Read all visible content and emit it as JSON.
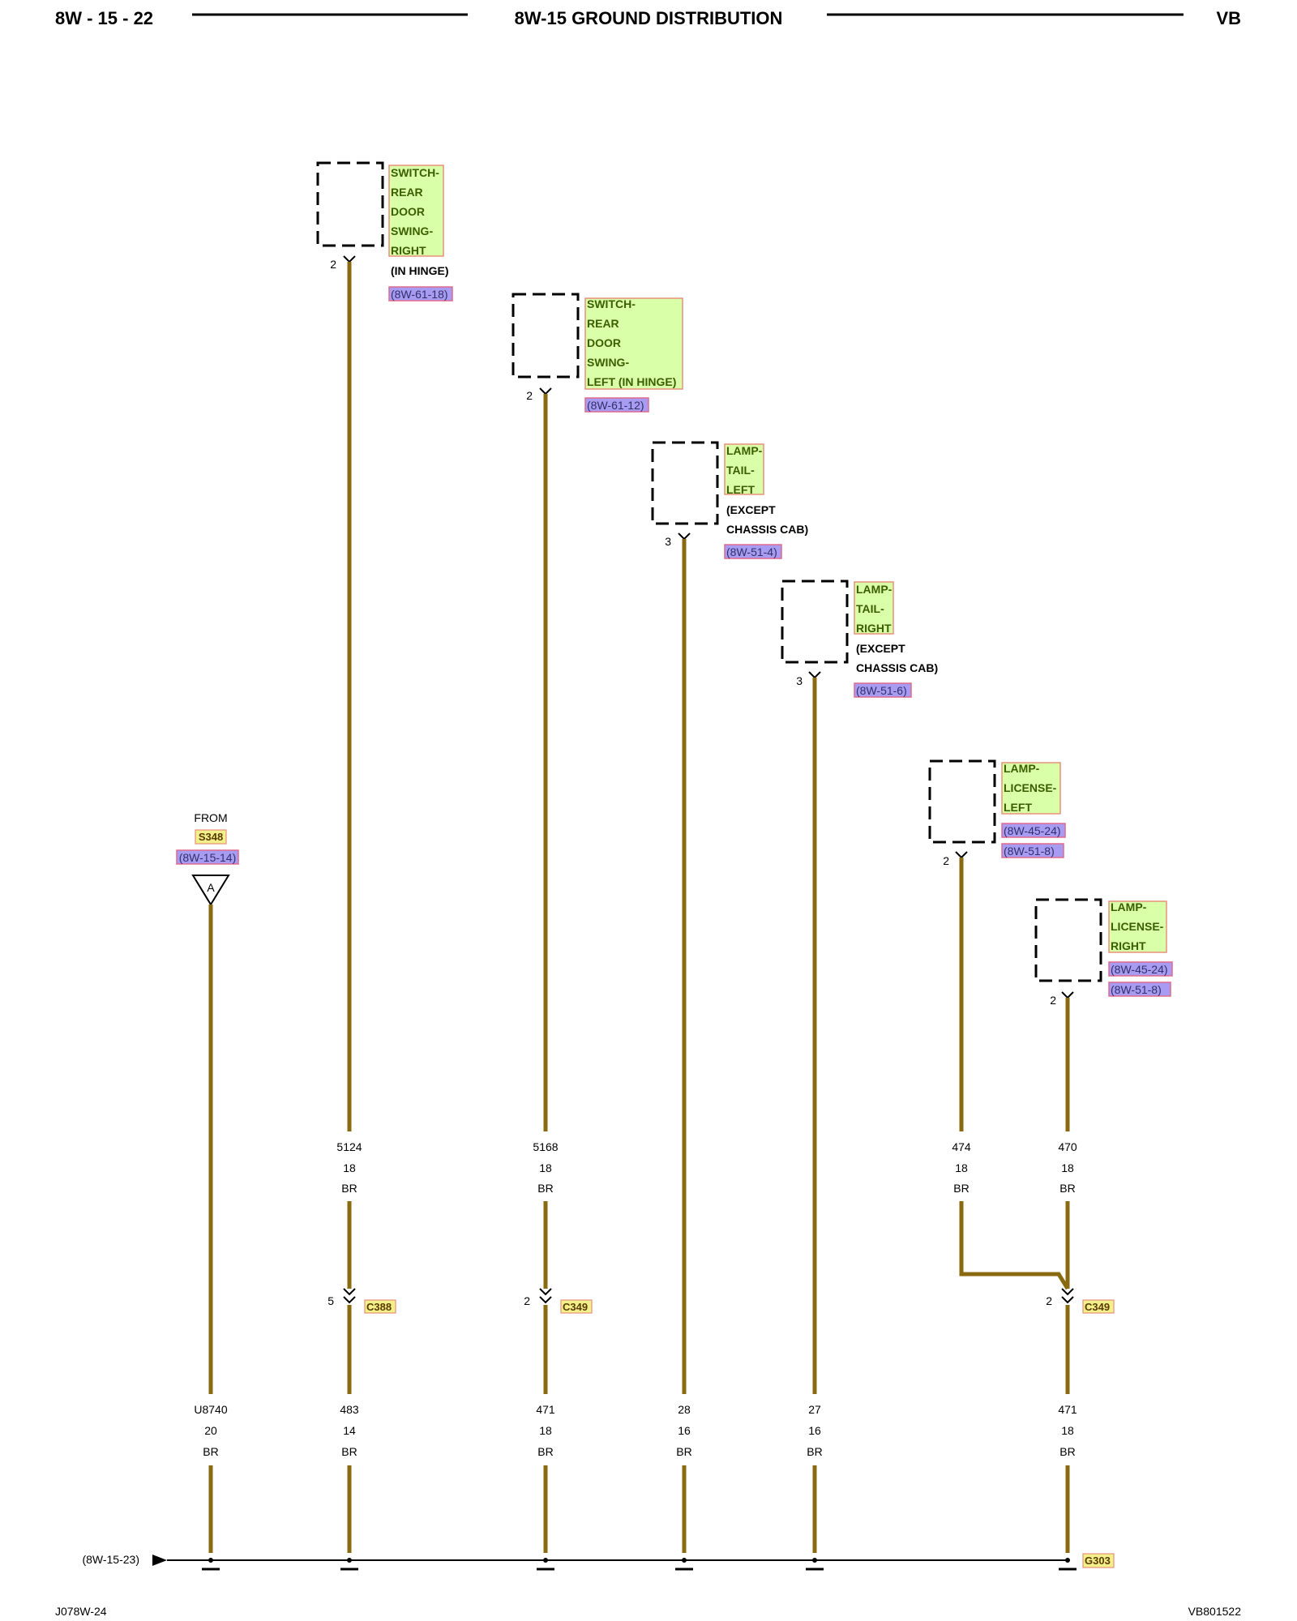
{
  "header": {
    "page": "8W - 15 - 22",
    "title": "8W-15 GROUND DISTRIBUTION",
    "code": "VB"
  },
  "footer": {
    "left": "J078W-24",
    "right": "VB801522"
  },
  "components": [
    {
      "name_lines": [
        "SWITCH-",
        "REAR",
        "DOOR",
        "SWING-",
        "RIGHT"
      ],
      "notes": [
        "(IN HINGE)"
      ],
      "refs": [
        "(8W-61-18)"
      ],
      "pin": "2"
    },
    {
      "name_lines": [
        "SWITCH-",
        "REAR",
        "DOOR",
        "SWING-",
        "LEFT (IN HINGE)"
      ],
      "notes": [],
      "refs": [
        "(8W-61-12)"
      ],
      "pin": "2"
    },
    {
      "name_lines": [
        "LAMP-",
        "TAIL-",
        "LEFT"
      ],
      "notes": [
        "(EXCEPT",
        "CHASSIS CAB)"
      ],
      "refs": [
        "(8W-51-4)"
      ],
      "pin": "3"
    },
    {
      "name_lines": [
        "LAMP-",
        "TAIL-",
        "RIGHT"
      ],
      "notes": [
        "(EXCEPT",
        "CHASSIS CAB)"
      ],
      "refs": [
        "(8W-51-6)"
      ],
      "pin": "3"
    },
    {
      "name_lines": [
        "LAMP-",
        "LICENSE-",
        "LEFT"
      ],
      "notes": [],
      "refs": [
        "(8W-45-24)",
        "(8W-51-8)"
      ],
      "pin": "2"
    },
    {
      "name_lines": [
        "LAMP-",
        "LICENSE-",
        "RIGHT"
      ],
      "notes": [],
      "refs": [
        "(8W-45-24)",
        "(8W-51-8)"
      ],
      "pin": "2"
    }
  ],
  "from_splice": {
    "label": "FROM",
    "splice": "S348",
    "ref": "(8W-15-14)",
    "connector_letter": "A"
  },
  "upper_wires": [
    {
      "circuit": "5124",
      "gauge": "18",
      "color": "BR"
    },
    {
      "circuit": "5168",
      "gauge": "18",
      "color": "BR"
    },
    {
      "circuit": "474",
      "gauge": "18",
      "color": "BR"
    },
    {
      "circuit": "470",
      "gauge": "18",
      "color": "BR"
    }
  ],
  "inline_connectors": [
    {
      "pin": "5",
      "name": "C388"
    },
    {
      "pin": "2",
      "name": "C349"
    },
    {
      "pin": "2",
      "name": "C349"
    }
  ],
  "lower_wires": [
    {
      "circuit": "U8740",
      "gauge": "20",
      "color": "BR"
    },
    {
      "circuit": "483",
      "gauge": "14",
      "color": "BR"
    },
    {
      "circuit": "471",
      "gauge": "18",
      "color": "BR"
    },
    {
      "circuit": "28",
      "gauge": "16",
      "color": "BR"
    },
    {
      "circuit": "27",
      "gauge": "16",
      "color": "BR"
    },
    {
      "circuit": "471",
      "gauge": "18",
      "color": "BR"
    }
  ],
  "ground": {
    "continuation_ref": "(8W-15-23)",
    "name": "G303"
  }
}
